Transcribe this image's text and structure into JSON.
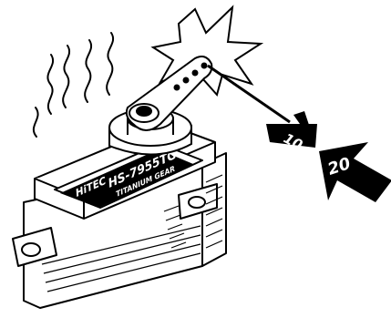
{
  "colors": {
    "ink": "#000000",
    "paper": "#ffffff"
  },
  "icons": {
    "impact_burst": "impact-burst-icon",
    "heat_waves": "heat-wave-icon"
  },
  "servo": {
    "model": "HS-7955TG",
    "subtitle": "TITANIUM GEAR",
    "brand": "HiTEC"
  },
  "arrows": {
    "small_label": "10",
    "large_label": "20"
  }
}
